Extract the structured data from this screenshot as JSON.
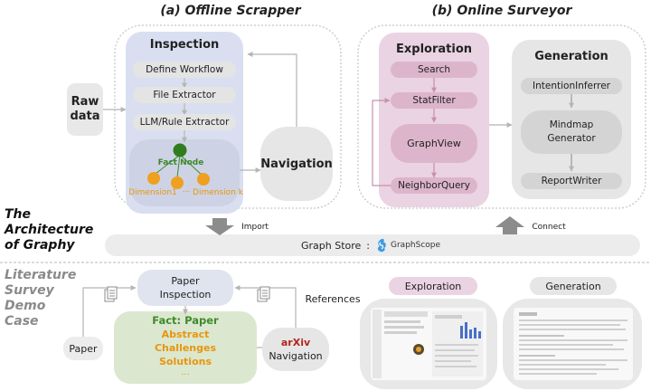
{
  "titles": {
    "offline": "(a) Offline Scrapper",
    "online": "(b) Online Surveyor"
  },
  "offline": {
    "inspection": "Inspection",
    "steps": [
      "Define Workflow",
      "File Extractor",
      "LLM/Rule Extractor"
    ],
    "fact_node": "Fact Node",
    "dimension1": "Dimension1",
    "dimension_sep": "...",
    "dimension_k": "Dimension k",
    "raw_data": [
      "Raw",
      "data"
    ],
    "navigation": "Navigation"
  },
  "online": {
    "exploration": "Exploration",
    "search": "Search",
    "statfilter": "StatFilter",
    "graphview": "GraphView",
    "neighborquery": "NeighborQuery",
    "generation": "Generation",
    "intention": "IntentionInferrer",
    "mindmap": [
      "Mindmap",
      "Generator"
    ],
    "report": "ReportWriter"
  },
  "architecture": {
    "lines": [
      "The",
      "Architecture",
      "of Graphy"
    ],
    "import": "Import",
    "connect": "Connect",
    "graph_store": "Graph Store",
    "graph_store_sep": ":",
    "graphscope": "GraphScope"
  },
  "demo": {
    "lines": [
      "Literature",
      "Survey",
      "Demo",
      "Case"
    ],
    "paper_inspection": [
      "Paper",
      "Inspection"
    ],
    "fact_title": "Fact: Paper",
    "fact_items": [
      "Abstract",
      "Challenges",
      "Solutions"
    ],
    "fact_more": "...",
    "paper": "Paper",
    "arxiv": "arXiv",
    "navigation": "Navigation",
    "references": "References",
    "exploration": "Exploration",
    "generation": "Generation"
  },
  "colors": {
    "inspection_bg": "#d9dff0",
    "exploration_bg": "#ead3e2",
    "pill_gray": "#e4e4e4",
    "pill_pink": "#dcb5cc",
    "fact_bg": "#dbe8cf",
    "fact_green": "#3e8a2b",
    "dimension_orange": "#e8950f",
    "arxiv_red": "#b3261e"
  }
}
